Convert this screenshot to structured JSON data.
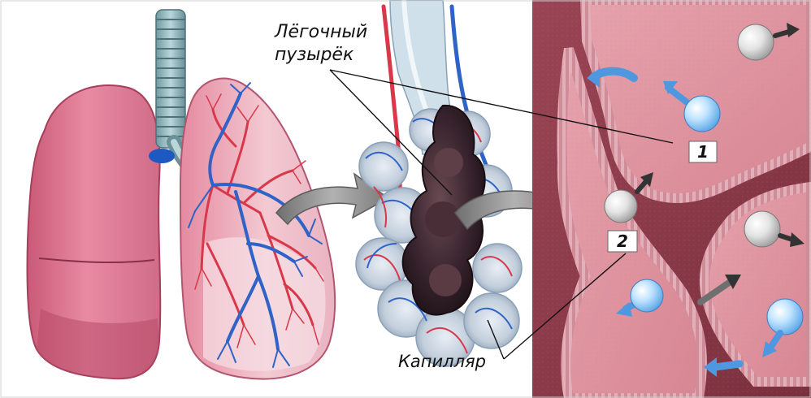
{
  "labels": {
    "alveolus_line1": "Лёгочный",
    "alveolus_line2": "пузырёк",
    "capillary": "Капилляр",
    "marker_1": "1",
    "marker_2": "2"
  },
  "colors": {
    "lung_pink": "#e37e98",
    "lung_shadow": "#b64b68",
    "trachea": "#8fb3b9",
    "artery_red": "#d8384a",
    "vein_blue": "#2f63c8",
    "alveolus_wall": "#c8d3df",
    "alveolus_dark": "#3b2630",
    "tissue_pink": "#d98d99",
    "tissue_background": "#8a3a48",
    "arrow_gray": "#8b8b8b",
    "oxygen_blue": "#9fd2ff",
    "carbon_dioxide_gray": "#d6d6d6"
  },
  "icons": {
    "transition_arrow": "curved-arrow-icon",
    "gas_bubble": "gas-bubble-icon"
  }
}
